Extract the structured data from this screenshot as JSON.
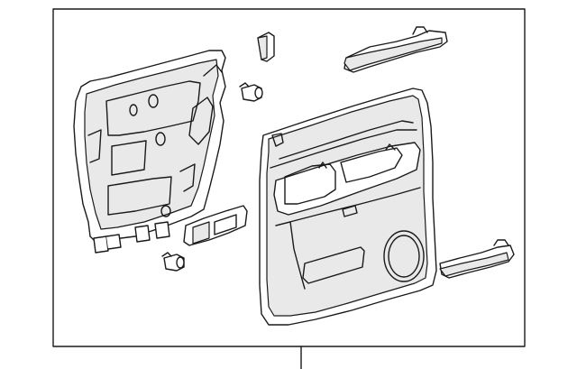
{
  "diagram": {
    "labels": [],
    "parts": [
      "door-insulator",
      "upper-clip",
      "armrest-cover",
      "fastener-upper",
      "trim-panel",
      "switch-bezel",
      "fastener-lower",
      "pull-handle"
    ]
  },
  "colors": {
    "line": "#1a1a1a",
    "background": "#ffffff",
    "shade": "#e9e9e9"
  }
}
